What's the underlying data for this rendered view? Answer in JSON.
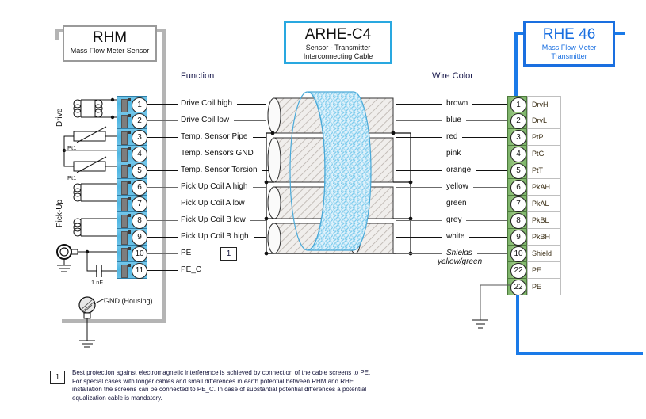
{
  "title_boxes": {
    "left": {
      "name": "RHM",
      "subtitle": "Mass Flow Meter Sensor"
    },
    "center": {
      "name": "ARHE-C4",
      "subtitle_line1": "Sensor - Transmitter",
      "subtitle_line2": "Interconnecting Cable"
    },
    "right": {
      "name": "RHE 46",
      "subtitle_line1": "Mass Flow Meter",
      "subtitle_line2": "Transmitter"
    }
  },
  "column_headers": {
    "function": "Function",
    "wire_color": "Wire Color"
  },
  "group_labels": {
    "drive": "Drive",
    "pickup": "Pick-Up"
  },
  "component_labels": {
    "pt1_upper": "Pt1",
    "pt1_lower": "Pt1",
    "capacitor": "1 nF",
    "gnd_housing": "GND (Housing)"
  },
  "rows": [
    {
      "left_terminal": "1",
      "function": "Drive Coil high",
      "wire_color": "brown",
      "right_terminal": "1",
      "right_label": "DrvH"
    },
    {
      "left_terminal": "2",
      "function": "Drive Coil low",
      "wire_color": "blue",
      "right_terminal": "2",
      "right_label": "DrvL"
    },
    {
      "left_terminal": "3",
      "function": "Temp. Sensor Pipe",
      "wire_color": "red",
      "right_terminal": "3",
      "right_label": "PtP"
    },
    {
      "left_terminal": "4",
      "function": "Temp. Sensors GND",
      "wire_color": "pink",
      "right_terminal": "4",
      "right_label": "PtG"
    },
    {
      "left_terminal": "5",
      "function": "Temp. Sensor Torsion",
      "wire_color": "orange",
      "right_terminal": "5",
      "right_label": "PtT"
    },
    {
      "left_terminal": "6",
      "function": "Pick Up Coil A high",
      "wire_color": "yellow",
      "right_terminal": "6",
      "right_label": "PkAH"
    },
    {
      "left_terminal": "7",
      "function": "Pick Up Coil A low",
      "wire_color": "green",
      "right_terminal": "7",
      "right_label": "PkAL"
    },
    {
      "left_terminal": "8",
      "function": "Pick Up Coil B low",
      "wire_color": "grey",
      "right_terminal": "8",
      "right_label": "PkBL"
    },
    {
      "left_terminal": "9",
      "function": "Pick Up Coil B high",
      "wire_color": "white",
      "right_terminal": "9",
      "right_label": "PkBH"
    },
    {
      "left_terminal": "10",
      "function": "PE",
      "wire_color": "Shields",
      "wire_color_2": "yellow/green",
      "right_terminal": "10",
      "right_label": "Shield"
    },
    {
      "left_terminal": "11",
      "function": "PE_C",
      "wire_color": "",
      "right_terminal": "22",
      "right_label": "PE"
    },
    {
      "left_terminal": "",
      "function": "",
      "wire_color": "",
      "right_terminal": "22",
      "right_label": "PE"
    }
  ],
  "footnote": {
    "marker": "1",
    "text": "Best protection against electromagnetic interference is achieved by connection of the cable screens to PE. For special cases with longer cables and small differences in earth potential between RHM and RHE installation the screens can be connected to PE_C. In case of substantial potential differences a potential equalization cable is mandatory."
  },
  "pe_marker": "1",
  "colors": {
    "rhe_blue": "#1a6fe0",
    "cable_blue": "#29a8e0",
    "terminal_blue": "#4fb6e2",
    "terminal_green": "#9ecb83",
    "bracket_grey": "#b4b4b4"
  }
}
